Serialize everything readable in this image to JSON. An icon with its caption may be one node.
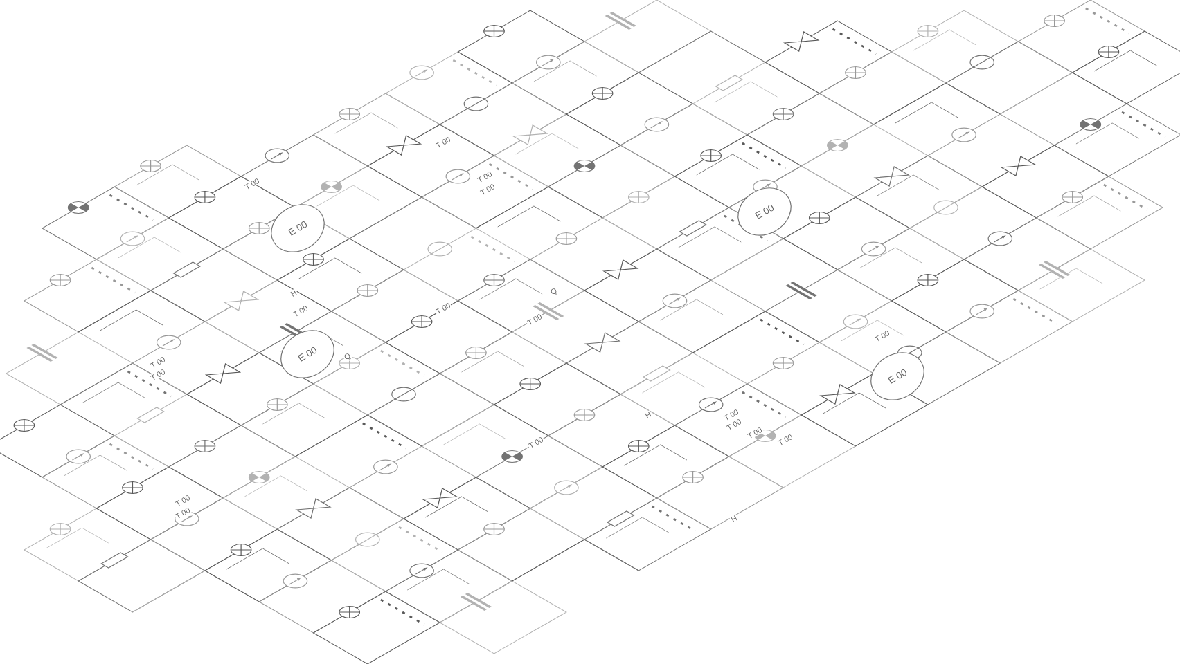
{
  "diagram": {
    "nodes": [
      {
        "text": [
          "E 00"
        ]
      },
      {
        "text": [
          "E 00"
        ]
      },
      {
        "text": [
          "E 00"
        ]
      },
      {
        "text": [
          "E 00"
        ]
      }
    ],
    "labels": [
      "T 00",
      "T 00",
      "T 00",
      "T 00",
      "T 00",
      "T 00",
      "H",
      "T 00",
      "Q",
      "T 00",
      "T 00",
      "Q",
      "T 00",
      "T 00",
      "T 00",
      "H",
      "T 00",
      "T 00",
      "T 00",
      "T 00",
      "T 00",
      "H"
    ]
  }
}
